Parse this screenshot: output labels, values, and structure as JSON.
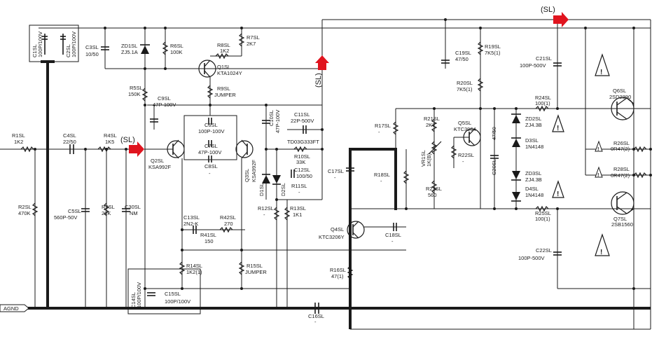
{
  "labels": {
    "sl_top": "(SL)",
    "sl_in": "(SL)",
    "sl_vert": "(SL)",
    "agnd": "AGND",
    "r1": "R1SL",
    "r1v": "1K2",
    "c4": "C4SL",
    "c4v": "22/50",
    "r4": "R4SL",
    "r4v": "1K5",
    "r2": "R2SL",
    "r2v": "470K",
    "c5": "C5SL",
    "c5v": "560P-50V",
    "r3": "R3SL",
    "r3v": "22K",
    "c30": "C30SL",
    "c30v": "NM",
    "c1": "C1SL",
    "c1v": "100P/100V",
    "c2": "C2SL",
    "c2v": "100P/100V",
    "c3": "C3SL",
    "c3v": "10/50",
    "zd1": "ZD1SL",
    "zd1v": "ZJ5.1A",
    "r6": "R6SL",
    "r6v": "100K",
    "r8": "R8SL",
    "r8v": "1K2",
    "r7": "R7SL",
    "r7v": "2K7",
    "q1": "Q1SL",
    "q1v": "KTA1024Y",
    "r9": "R9SL",
    "r9v": "JUMPER",
    "r5": "R5SL",
    "r5v": "150K",
    "c9": "C9SL",
    "c9v": "47P-100V",
    "c6": "C6SL",
    "c6v": "100P-100V",
    "c7": "C7SL",
    "c7v": "47P-100V",
    "c8": "C8SL",
    "c8v": "-",
    "c10": "C10SL",
    "c10v": "47P-100V",
    "q2": "Q2SL",
    "q2v": "KSA992F",
    "q3": "Q3SL",
    "q3v": "KSA992F",
    "c11": "C11SL",
    "c11v": "22P-500V",
    "td": "TD03G333FT",
    "r10": "R10SL",
    "r10v": "33K",
    "c12": "C12SL",
    "c12v": "100/50",
    "r11": "R11SL",
    "r11v": "-",
    "d1": "D1SL",
    "d2": "D2SL",
    "r12": "R12SL",
    "r12v": "-",
    "r13": "R13SL",
    "r13v": "1K1",
    "c13": "C13SL",
    "c13v": "2N2-K",
    "r42": "R42SL",
    "r42v": "270",
    "r41": "R41SL",
    "r41v": "150",
    "r14": "R14SL",
    "r14v": "1K2(1)",
    "r15": "R15SL",
    "r15v": "JUMPER",
    "c14": "C14SL",
    "c14v": "100P/100V",
    "c15": "C15SL",
    "c15v": "100P/100V",
    "c16": "C16SL",
    "c16v": "-",
    "c17": "C17SL",
    "c17v": "-",
    "r16": "R16SL",
    "r16v": "47(1)",
    "q4": "Q4SL",
    "q4v": "KTC3206Y",
    "c18": "C18SL",
    "c18v": "-",
    "r17": "R17SL",
    "r17v": "-",
    "r18": "R18SL",
    "r18v": "-",
    "r21": "R21SL",
    "r21v": "2K7",
    "vr1": "VR1SL",
    "vr1v": "1K(B)",
    "r22": "R22SL",
    "r22v": "-",
    "r23": "R23SL",
    "r23v": "560",
    "q5": "Q5SL",
    "q5v": "KTC3964",
    "c19": "C19SL",
    "c19v": "47/50",
    "r19": "R19SL",
    "r19v": "7K5(1)",
    "r20": "R20SL",
    "r20v": "7K5(1)",
    "c20": "C20SL",
    "c20v": "47/50",
    "c21": "C21SL",
    "c21v": "100P-500V",
    "r24": "R24SL",
    "r24v": "100(1)",
    "zd2": "ZD2SL",
    "zd2v": "ZJ4.3B",
    "d3": "D3SL",
    "d3v": "1N4148",
    "zd3": "ZD3SL",
    "zd3v": "ZJ4.3B",
    "d4": "D4SL",
    "d4v": "1N4148",
    "r25": "R25SL",
    "r25v": "100(1)",
    "c22": "C22SL",
    "c22v": "100P-500V",
    "q6": "Q6SL",
    "q6v": "2SD2390",
    "q7": "Q7SL",
    "q7v": "2SB1560",
    "r26": "R26SL",
    "r26v": "0R47(2)",
    "r28": "R28SL",
    "r28v": "0R47(2)"
  }
}
